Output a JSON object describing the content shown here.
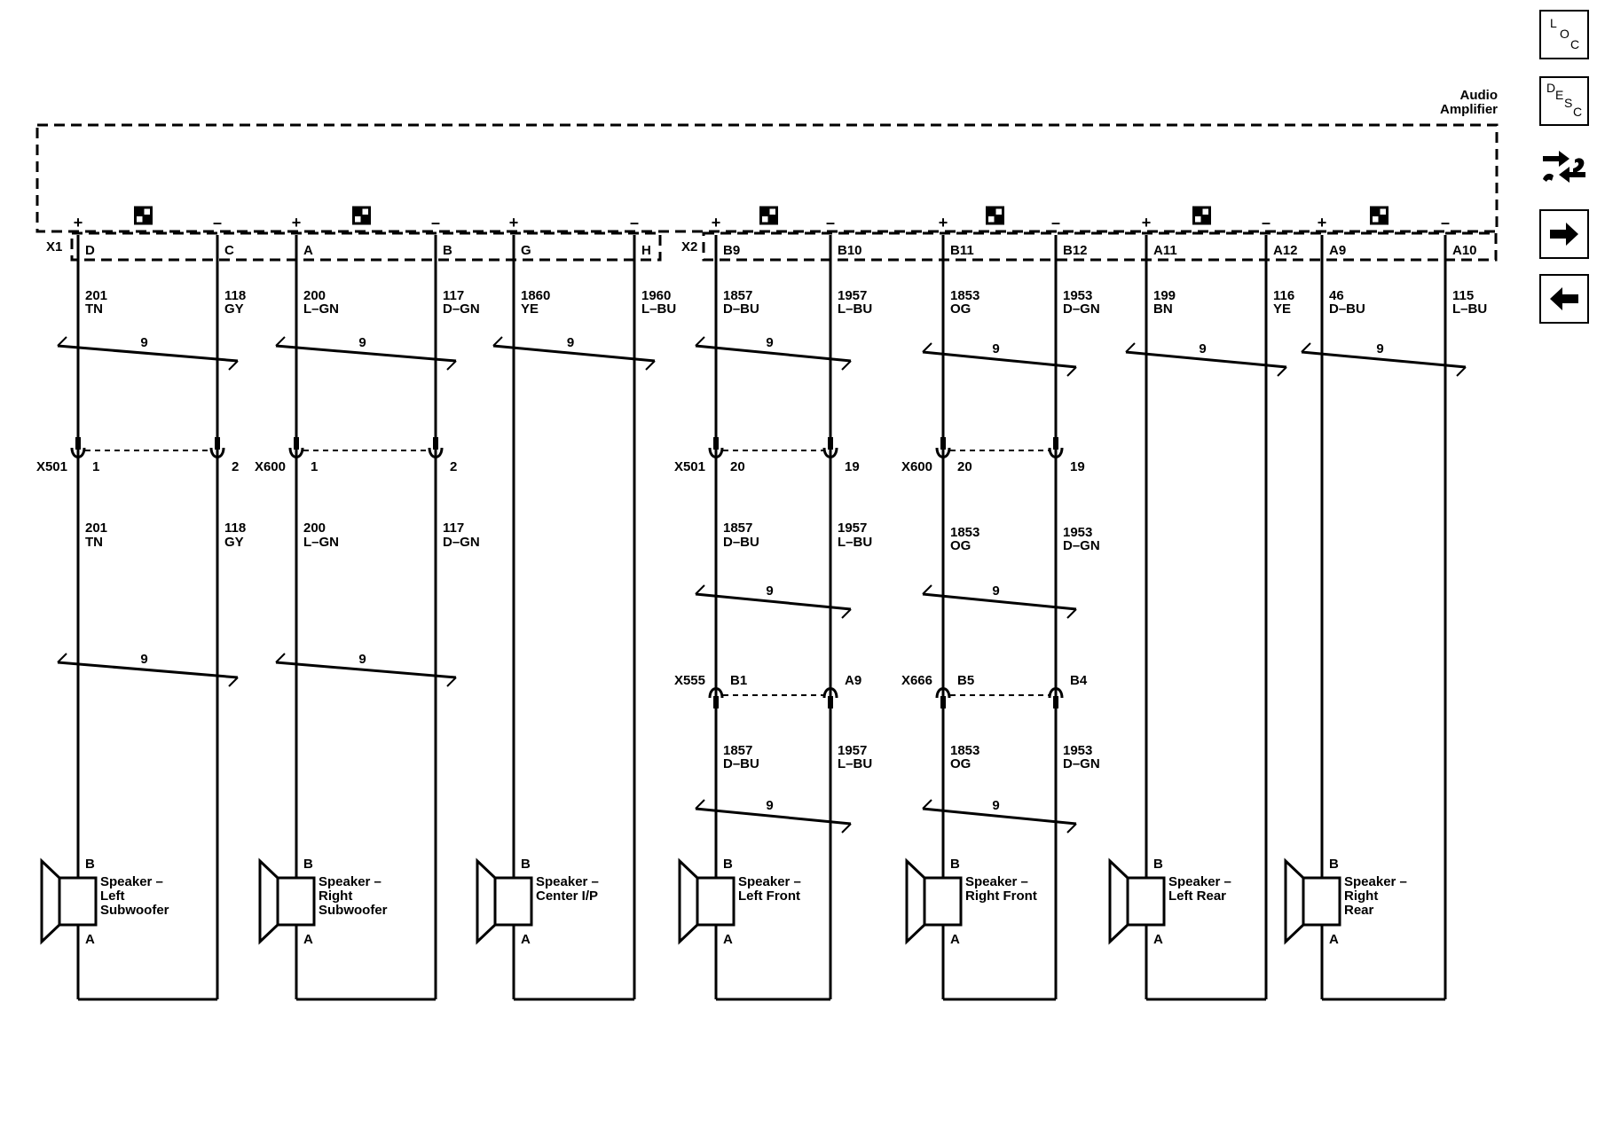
{
  "amplifier": {
    "line1": "Audio",
    "line2": "Amplifier"
  },
  "side_buttons": {
    "loc": [
      "L",
      "O",
      "C"
    ],
    "desc": [
      "D",
      "E",
      "S",
      "C"
    ],
    "icons": [
      "loc-icon",
      "desc-icon",
      "connector-swap-icon",
      "arrow-right-icon",
      "arrow-left-icon"
    ]
  },
  "connectors": {
    "x1": "X1",
    "x2": "X2",
    "x501": "X501",
    "x600": "X600",
    "x555": "X555",
    "x666": "X666"
  },
  "twist_label": "9",
  "circuits": [
    {
      "pins": [
        "D",
        "C"
      ],
      "top": [
        [
          "201",
          "TN"
        ],
        [
          "118",
          "GY"
        ]
      ],
      "inline": {
        "conn": "X501",
        "pins": [
          "1",
          "2"
        ],
        "wires": [
          [
            "201",
            "TN"
          ],
          [
            "118",
            "GY"
          ]
        ]
      },
      "speaker": [
        "Speaker –",
        "Left",
        "Subwoofer"
      ]
    },
    {
      "pins": [
        "A",
        "B"
      ],
      "top": [
        [
          "200",
          "L–GN"
        ],
        [
          "117",
          "D–GN"
        ]
      ],
      "inline": {
        "conn": "X600",
        "pins": [
          "1",
          "2"
        ],
        "wires": [
          [
            "200",
            "L–GN"
          ],
          [
            "117",
            "D–GN"
          ]
        ]
      },
      "speaker": [
        "Speaker –",
        "Right",
        "Subwoofer"
      ]
    },
    {
      "pins": [
        "G",
        "H"
      ],
      "top": [
        [
          "1860",
          "YE"
        ],
        [
          "1960",
          "L–BU"
        ]
      ],
      "speaker": [
        "Speaker –",
        "Center I/P"
      ]
    },
    {
      "pins": [
        "B9",
        "B10"
      ],
      "top": [
        [
          "1857",
          "D–BU"
        ],
        [
          "1957",
          "L–BU"
        ]
      ],
      "inline": {
        "conn": "X501",
        "pins": [
          "20",
          "19"
        ],
        "wires": [
          [
            "1857",
            "D–BU"
          ],
          [
            "1957",
            "L–BU"
          ]
        ]
      },
      "inline2": {
        "conn": "X555",
        "pins": [
          "B1",
          "A9"
        ],
        "wires": [
          [
            "1857",
            "D–BU"
          ],
          [
            "1957",
            "L–BU"
          ]
        ]
      },
      "speaker": [
        "Speaker –",
        "Left Front"
      ]
    },
    {
      "pins": [
        "B11",
        "B12"
      ],
      "top": [
        [
          "1853",
          "OG"
        ],
        [
          "1953",
          "D–GN"
        ]
      ],
      "inline": {
        "conn": "X600",
        "pins": [
          "20",
          "19"
        ],
        "wires": [
          [
            "1853",
            "OG"
          ],
          [
            "1953",
            "D–GN"
          ]
        ]
      },
      "inline2": {
        "conn": "X666",
        "pins": [
          "B5",
          "B4"
        ],
        "wires": [
          [
            "1853",
            "OG"
          ],
          [
            "1953",
            "D–GN"
          ]
        ]
      },
      "speaker": [
        "Speaker –",
        "Right Front"
      ]
    },
    {
      "pins": [
        "A11",
        "A12"
      ],
      "top": [
        [
          "199",
          "BN"
        ],
        [
          "116",
          "YE"
        ]
      ],
      "speaker": [
        "Speaker –",
        "Left Rear"
      ]
    },
    {
      "pins": [
        "A9",
        "A10"
      ],
      "top": [
        [
          "46",
          "D–BU"
        ],
        [
          "115",
          "L–BU"
        ]
      ],
      "speaker": [
        "Speaker –",
        "Right",
        "Rear"
      ]
    }
  ],
  "speaker_terminals": [
    "B",
    "A"
  ],
  "polarity": [
    "+",
    "–"
  ]
}
